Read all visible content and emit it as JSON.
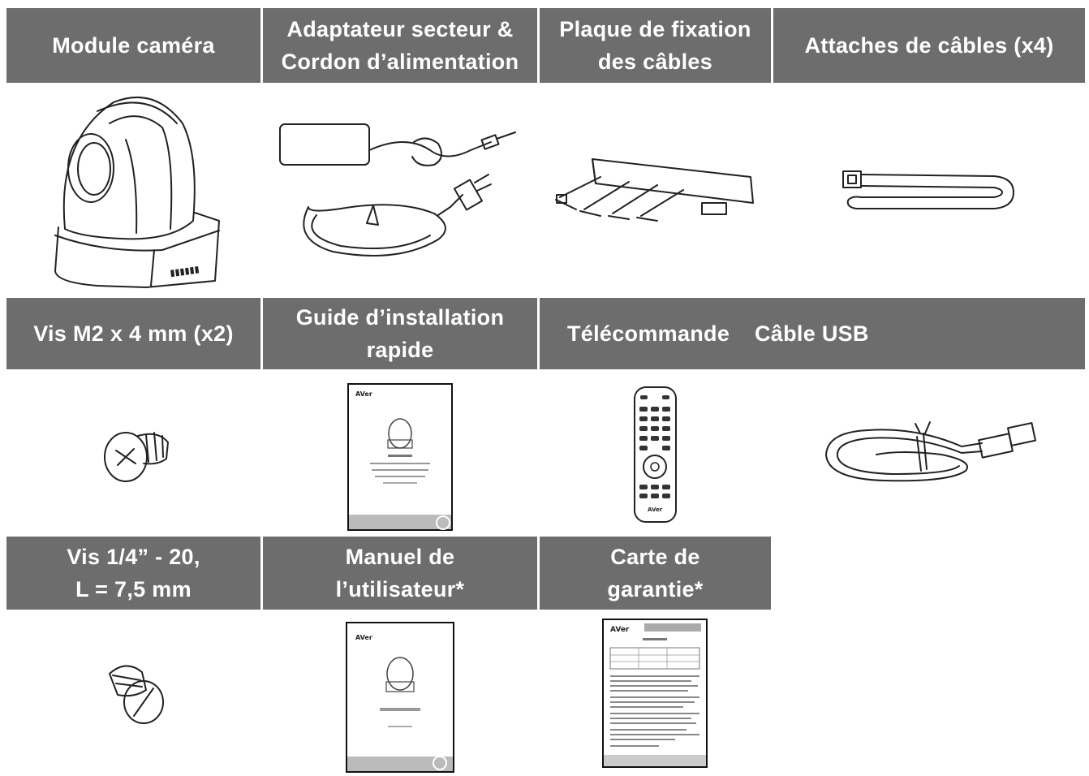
{
  "row1": {
    "camera_module": "Module caméra",
    "power_adapter": "Adaptateur secteur &\nCordon d’alimentation",
    "cable_plate": "Plaque de fixation\ndes câbles",
    "cable_ties": "Attaches de câbles (x4)"
  },
  "row2": {
    "screws_m2": "Vis M2 x 4 mm (x2)",
    "quick_guide": "Guide d’installation\nrapide",
    "remote": "Télécommande",
    "usb_cable": "Câble USB"
  },
  "row3": {
    "screw_quarter": "Vis 1/4” - 20,\nL = 7,5 mm",
    "user_manual": "Manuel de\nl’utilisateur*",
    "warranty_card": "Carte de\ngarantie*"
  },
  "icons": [
    "camera-icon",
    "power-adapter-icon",
    "cable-plate-icon",
    "cable-tie-icon",
    "screw-icon",
    "guide-booklet-icon",
    "remote-icon",
    "usb-cable-icon",
    "manual-booklet-icon",
    "warranty-card-icon"
  ]
}
